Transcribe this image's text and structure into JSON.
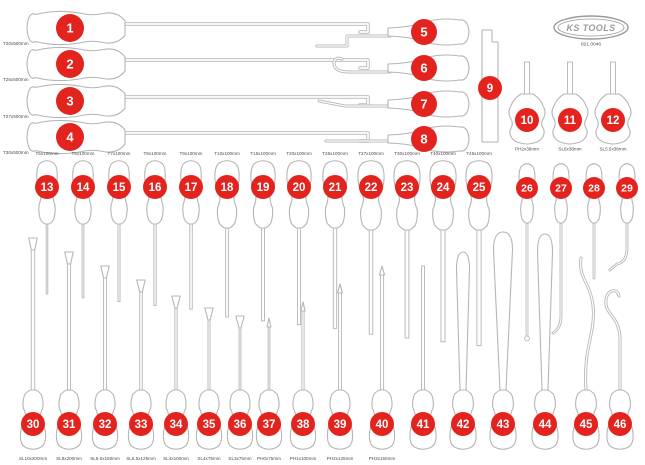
{
  "brand": {
    "name": "KS TOOLS",
    "part_number": "821.0046"
  },
  "colors": {
    "badge_red": "#e3231e",
    "badge_text": "#ffffff",
    "outline_gray": "#b5b5b5",
    "logo_gray": "#9a9a9a",
    "label_text": "#4c4c4c",
    "background": "#ffffff"
  },
  "sections": {
    "long_torx": {
      "description": "long T-handle tools with hooked tips",
      "tools": [
        {
          "num": "1",
          "label": "T20x500mm"
        },
        {
          "num": "2",
          "label": "T25x500mm"
        },
        {
          "num": "3",
          "label": "T27x500mm"
        },
        {
          "num": "4",
          "label": "T30x500mm"
        }
      ]
    },
    "hook_picks": {
      "description": "hook and pick set, handles at right",
      "tools": [
        {
          "num": "5",
          "tip": "right-angle-hook"
        },
        {
          "num": "6",
          "tip": "curved-hook"
        },
        {
          "num": "7",
          "tip": "offset-pick"
        },
        {
          "num": "8",
          "tip": "straight-pick"
        }
      ]
    },
    "scraper": {
      "num": "9",
      "tip": "flat-blade"
    },
    "stubby_drivers": {
      "tools": [
        {
          "num": "10",
          "label": "PH2x38mm"
        },
        {
          "num": "11",
          "label": "SL6x38mm"
        },
        {
          "num": "12",
          "label": "SL5.5x38mm"
        }
      ]
    },
    "torx_drivers": {
      "tools": [
        {
          "num": "13",
          "label": "T5x100mm"
        },
        {
          "num": "14",
          "label": "T6x100mm"
        },
        {
          "num": "15",
          "label": "T7x100mm"
        },
        {
          "num": "16",
          "label": "T8x100mm"
        },
        {
          "num": "17",
          "label": "T9x100mm"
        },
        {
          "num": "18",
          "label": "T10x100mm"
        },
        {
          "num": "19",
          "label": "T15x100mm"
        },
        {
          "num": "20",
          "label": "T20x100mm"
        },
        {
          "num": "21",
          "label": "T25x100mm"
        },
        {
          "num": "22",
          "label": "T27x100mm"
        },
        {
          "num": "23",
          "label": "T30x100mm"
        },
        {
          "num": "24",
          "label": "T40x100mm"
        },
        {
          "num": "25",
          "label": "T45x100mm"
        }
      ]
    },
    "precision_picks": {
      "tools": [
        {
          "num": "26",
          "tip": "ball-point-pick"
        },
        {
          "num": "27",
          "tip": "bent-pick"
        },
        {
          "num": "28",
          "tip": "straight-pick"
        },
        {
          "num": "29",
          "tip": "curved-hook"
        }
      ]
    },
    "screwdrivers": {
      "description": "screwdrivers and trim tools, handles at bottom",
      "tools": [
        {
          "num": "30",
          "label": "SL10x200mm"
        },
        {
          "num": "31",
          "label": "SL8x200mm"
        },
        {
          "num": "32",
          "label": "SL6.5x150mm"
        },
        {
          "num": "33",
          "label": "SL5.5x125mm"
        },
        {
          "num": "34",
          "label": "SL4x100mm"
        },
        {
          "num": "35",
          "label": "SL4x75mm"
        },
        {
          "num": "36",
          "label": "SL3x75mm"
        },
        {
          "num": "37",
          "label": "PH0x75mm"
        },
        {
          "num": "38",
          "label": "PH1x100mm"
        },
        {
          "num": "39",
          "label": "PH2x125mm"
        },
        {
          "num": "40",
          "label": "PH3x150mm"
        },
        {
          "num": "41",
          "tip": "round-shaft"
        },
        {
          "num": "42",
          "tip": "paddle-blade"
        },
        {
          "num": "43",
          "tip": "wide-paddle-blade"
        },
        {
          "num": "44",
          "tip": "trim-wedge"
        },
        {
          "num": "45",
          "tip": "s-curve-rod"
        },
        {
          "num": "46",
          "tip": "hook-rod"
        }
      ]
    }
  }
}
